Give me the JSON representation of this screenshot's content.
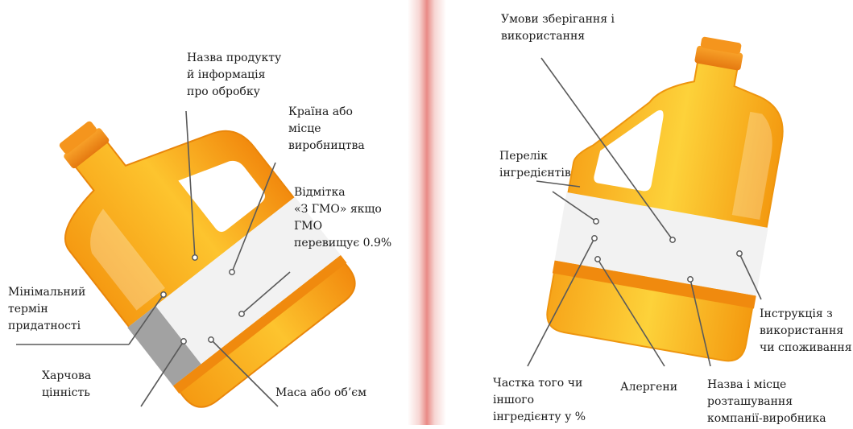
{
  "left_labels": {
    "product_name": [
      "Назва продукту",
      "й інформація",
      "про обробку"
    ],
    "country": [
      "Країна або",
      "місце",
      "виробництва"
    ],
    "gmo": [
      "Відмітка",
      "«З ГМО» якщо",
      "ГМО",
      "перевищує 0.9%"
    ],
    "min_term": [
      "Мінімальний",
      "термін",
      "придатності"
    ],
    "nutrition": [
      "Харчова",
      "цінність"
    ],
    "mass": [
      "Маса або об’єм"
    ]
  },
  "right_labels": {
    "storage": [
      "Умови зберігання і",
      "використання"
    ],
    "ingredients": [
      "Перелік",
      "інгредієнтів"
    ],
    "instructions": [
      "Інструкція з",
      "використання",
      "чи споживання"
    ],
    "share": [
      "Частка того чи",
      "іншого",
      "інгредієнту у %"
    ],
    "allergens": [
      "Алергени"
    ],
    "company": [
      "Назва і місце",
      "розташування",
      "компанії-виробника"
    ]
  },
  "colors": {
    "bottle_orange": "#f7a21b",
    "bottle_yellow": "#fbc02d",
    "cap": "#f08a16",
    "label_white": "#f4f4f4",
    "label_shadow": "#9a9a9a",
    "callout_line": "#5a5a5a",
    "divider": "#e98a86"
  }
}
